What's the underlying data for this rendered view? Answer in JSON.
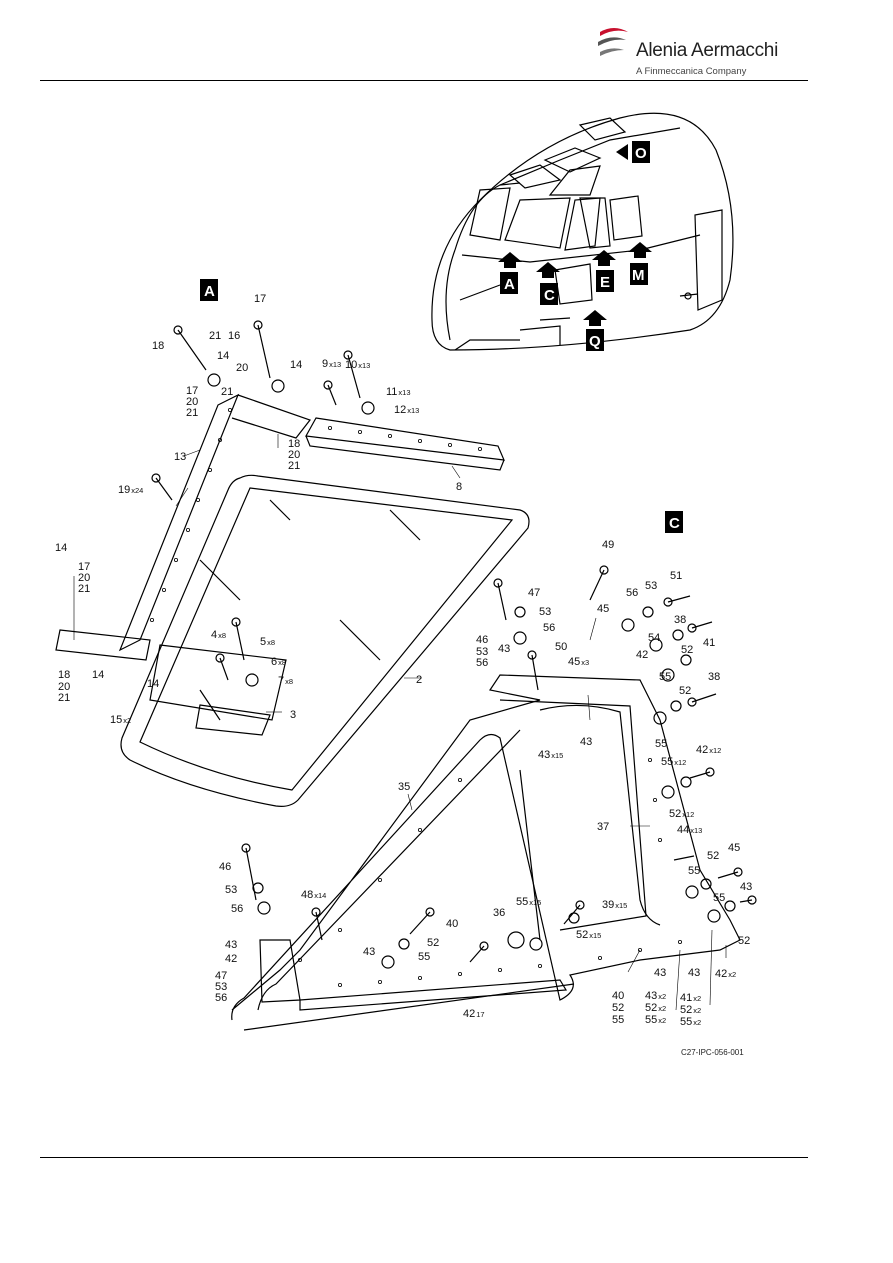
{
  "header": {
    "brand_name": "Alenia Aermacchi",
    "brand_tagline": "A Finmeccanica Company"
  },
  "view_tags": [
    "A",
    "C",
    "E",
    "M",
    "O",
    "Q"
  ],
  "detail_labels": {
    "detail_a": "A",
    "detail_c": "C"
  },
  "figure_ref": "C27-IPC-056-001",
  "callouts_a": [
    {
      "num": "17",
      "mult": ""
    },
    {
      "num": "18",
      "mult": ""
    },
    {
      "num": "21",
      "mult": ""
    },
    {
      "num": "16",
      "mult": ""
    },
    {
      "num": "14",
      "mult": ""
    },
    {
      "num": "20",
      "mult": ""
    },
    {
      "num": "21",
      "mult": ""
    },
    {
      "num": "14",
      "mult": ""
    },
    {
      "num": "17",
      "mult": ""
    },
    {
      "num": "20",
      "mult": ""
    },
    {
      "num": "21",
      "mult": ""
    },
    {
      "num": "9",
      "mult": "x13"
    },
    {
      "num": "10",
      "mult": "x13"
    },
    {
      "num": "11",
      "mult": "x13"
    },
    {
      "num": "12",
      "mult": "x13"
    },
    {
      "num": "18",
      "mult": ""
    },
    {
      "num": "20",
      "mult": ""
    },
    {
      "num": "21",
      "mult": ""
    },
    {
      "num": "13",
      "mult": ""
    },
    {
      "num": "8",
      "mult": ""
    },
    {
      "num": "19",
      "mult": "x24"
    },
    {
      "num": "14",
      "mult": ""
    },
    {
      "num": "17",
      "mult": ""
    },
    {
      "num": "20",
      "mult": ""
    },
    {
      "num": "21",
      "mult": ""
    },
    {
      "num": "4",
      "mult": "x8"
    },
    {
      "num": "5",
      "mult": "x8"
    },
    {
      "num": "6",
      "mult": "x8"
    },
    {
      "num": "7",
      "mult": "x8"
    },
    {
      "num": "18",
      "mult": ""
    },
    {
      "num": "20",
      "mult": ""
    },
    {
      "num": "21",
      "mult": ""
    },
    {
      "num": "14",
      "mult": ""
    },
    {
      "num": "14",
      "mult": ""
    },
    {
      "num": "2",
      "mult": ""
    },
    {
      "num": "3",
      "mult": ""
    },
    {
      "num": "15",
      "mult": "x2"
    }
  ],
  "callouts_c": [
    {
      "num": "49",
      "mult": ""
    },
    {
      "num": "51",
      "mult": ""
    },
    {
      "num": "56",
      "mult": ""
    },
    {
      "num": "53",
      "mult": ""
    },
    {
      "num": "47",
      "mult": ""
    },
    {
      "num": "53",
      "mult": ""
    },
    {
      "num": "56",
      "mult": ""
    },
    {
      "num": "38",
      "mult": ""
    },
    {
      "num": "45",
      "mult": ""
    },
    {
      "num": "54",
      "mult": ""
    },
    {
      "num": "41",
      "mult": ""
    },
    {
      "num": "46",
      "mult": ""
    },
    {
      "num": "53",
      "mult": ""
    },
    {
      "num": "56",
      "mult": ""
    },
    {
      "num": "43",
      "mult": ""
    },
    {
      "num": "50",
      "mult": ""
    },
    {
      "num": "45",
      "mult": "x3"
    },
    {
      "num": "42",
      "mult": ""
    },
    {
      "num": "52",
      "mult": ""
    },
    {
      "num": "55",
      "mult": ""
    },
    {
      "num": "52",
      "mult": ""
    },
    {
      "num": "38",
      "mult": ""
    },
    {
      "num": "43",
      "mult": ""
    },
    {
      "num": "43",
      "mult": "x15"
    },
    {
      "num": "55",
      "mult": ""
    },
    {
      "num": "42",
      "mult": "x12"
    },
    {
      "num": "55",
      "mult": "x12"
    },
    {
      "num": "35",
      "mult": ""
    },
    {
      "num": "52",
      "mult": "x12"
    },
    {
      "num": "37",
      "mult": ""
    },
    {
      "num": "44",
      "mult": "x13"
    },
    {
      "num": "52",
      "mult": ""
    },
    {
      "num": "45",
      "mult": ""
    },
    {
      "num": "46",
      "mult": ""
    },
    {
      "num": "55",
      "mult": ""
    },
    {
      "num": "43",
      "mult": ""
    },
    {
      "num": "55",
      "mult": ""
    },
    {
      "num": "53",
      "mult": ""
    },
    {
      "num": "48",
      "mult": "x14"
    },
    {
      "num": "56",
      "mult": ""
    },
    {
      "num": "40",
      "mult": ""
    },
    {
      "num": "55",
      "mult": "x15"
    },
    {
      "num": "39",
      "mult": "x15"
    },
    {
      "num": "36",
      "mult": ""
    },
    {
      "num": "52",
      "mult": ""
    },
    {
      "num": "52",
      "mult": "x15"
    },
    {
      "num": "43",
      "mult": ""
    },
    {
      "num": "43",
      "mult": ""
    },
    {
      "num": "55",
      "mult": ""
    },
    {
      "num": "42",
      "mult": ""
    },
    {
      "num": "52",
      "mult": ""
    },
    {
      "num": "47",
      "mult": ""
    },
    {
      "num": "43",
      "mult": ""
    },
    {
      "num": "43",
      "mult": ""
    },
    {
      "num": "42",
      "mult": "x2"
    },
    {
      "num": "53",
      "mult": ""
    },
    {
      "num": "56",
      "mult": ""
    },
    {
      "num": "42",
      "mult": "17"
    },
    {
      "num": "40",
      "mult": ""
    },
    {
      "num": "43",
      "mult": "x2"
    },
    {
      "num": "41",
      "mult": "x2"
    },
    {
      "num": "52",
      "mult": ""
    },
    {
      "num": "52",
      "mult": "x2"
    },
    {
      "num": "52",
      "mult": "x2"
    },
    {
      "num": "55",
      "mult": ""
    },
    {
      "num": "55",
      "mult": "x2"
    },
    {
      "num": "55",
      "mult": "x2"
    }
  ]
}
